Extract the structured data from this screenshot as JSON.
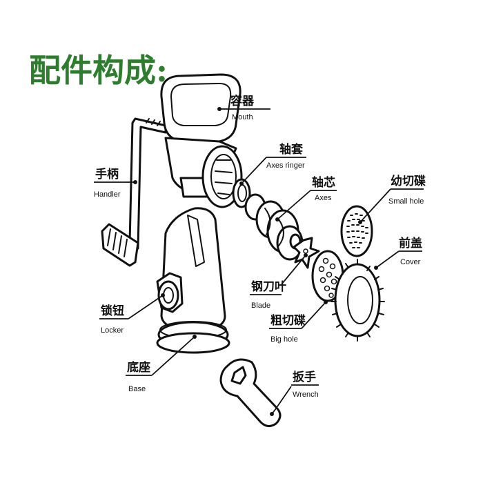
{
  "title": "配件构成:",
  "colors": {
    "title": "#2e7d2e",
    "ink": "#111111",
    "background": "#ffffff"
  },
  "parts": [
    {
      "id": "mouth",
      "zh": "容器",
      "en": "Mouth"
    },
    {
      "id": "axes_ringer",
      "zh": "轴套",
      "en": "Axes ringer"
    },
    {
      "id": "axes",
      "zh": "轴芯",
      "en": "Axes"
    },
    {
      "id": "small_hole",
      "zh": "幼切碟",
      "en": "Small hole"
    },
    {
      "id": "handler",
      "zh": "手柄",
      "en": "Handler"
    },
    {
      "id": "cover",
      "zh": "前盖",
      "en": "Cover"
    },
    {
      "id": "blade",
      "zh": "钢刀叶",
      "en": "Blade"
    },
    {
      "id": "locker",
      "zh": "锁钮",
      "en": "Locker"
    },
    {
      "id": "big_hole",
      "zh": "粗切碟",
      "en": "Big hole"
    },
    {
      "id": "base",
      "zh": "底座",
      "en": "Base"
    },
    {
      "id": "wrench",
      "zh": "扳手",
      "en": "Wrench"
    }
  ]
}
